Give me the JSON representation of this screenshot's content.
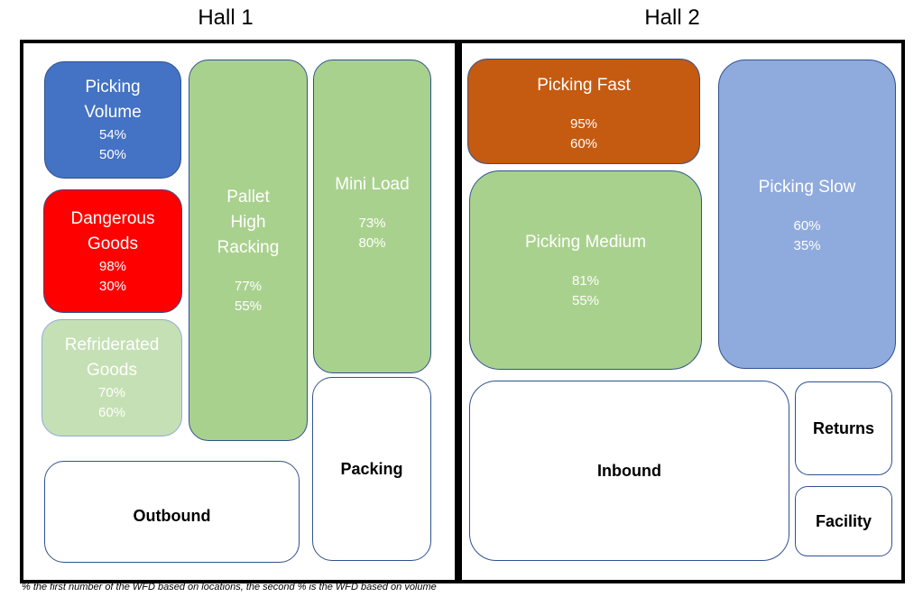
{
  "halls": [
    {
      "title": "Hall 1"
    },
    {
      "title": "Hall 2"
    }
  ],
  "zones": {
    "picking_volume": {
      "name": "Picking Volume",
      "loc": "54%",
      "vol": "50%",
      "color": "#4472c4"
    },
    "dangerous_goods": {
      "name": "Dangerous Goods",
      "loc": "98%",
      "vol": "30%",
      "color": "#ff0000"
    },
    "refriderated_goods": {
      "name": "Refriderated Goods",
      "loc": "70%",
      "vol": "60%",
      "color": "#c5e0b4"
    },
    "pallet_high_racking": {
      "name": "Pallet High Racking",
      "loc": "77%",
      "vol": "55%",
      "color": "#a9d18e"
    },
    "mini_load": {
      "name": "Mini Load",
      "loc": "73%",
      "vol": "80%",
      "color": "#a9d18e"
    },
    "packing": {
      "name": "Packing"
    },
    "outbound": {
      "name": "Outbound"
    },
    "picking_fast": {
      "name": "Picking Fast",
      "loc": "95%",
      "vol": "60%",
      "color": "#c55a11"
    },
    "picking_medium": {
      "name": "Picking Medium",
      "loc": "81%",
      "vol": "55%",
      "color": "#a9d18e"
    },
    "picking_slow": {
      "name": "Picking Slow",
      "loc": "60%",
      "vol": "35%",
      "color": "#8faadc"
    },
    "inbound": {
      "name": "Inbound"
    },
    "returns": {
      "name": "Returns"
    },
    "facility": {
      "name": "Facility"
    }
  },
  "footnote": "% the first number of the WFD based on locations, the second % is the WFD based on volume"
}
